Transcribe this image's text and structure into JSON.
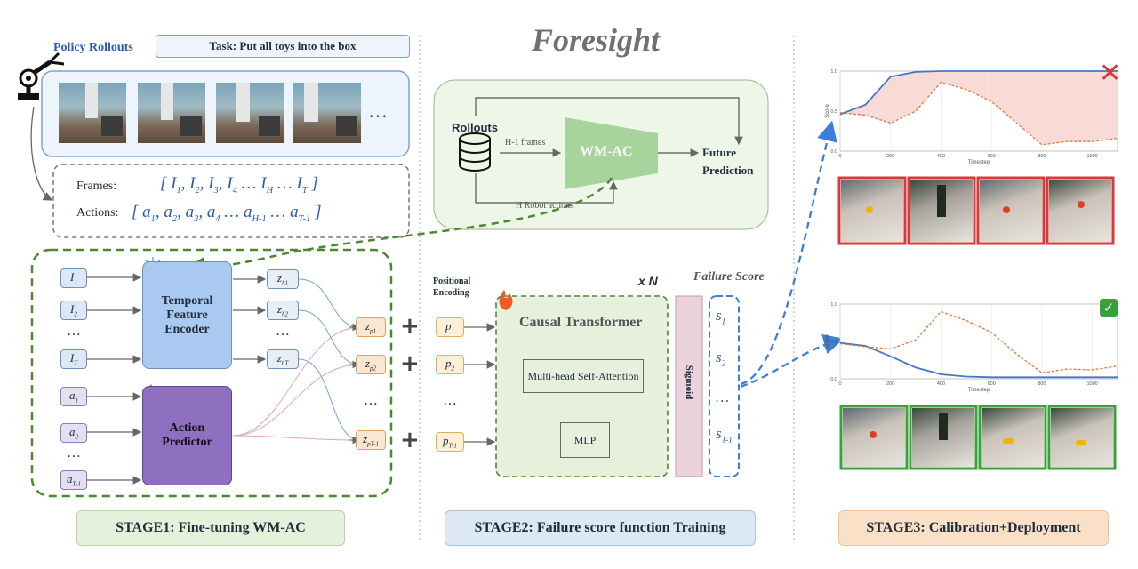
{
  "title": "Foresight",
  "policy_rollouts_label": "Policy Rollouts",
  "task_label": "Task: Put all toys into the box",
  "ellipsis": "…",
  "frames_label": "Frames:",
  "actions_label": "Actions:",
  "frames_seq": [
    "I",
    "I",
    "I",
    "I",
    "…",
    "I",
    "…",
    "I"
  ],
  "frames_sub": [
    "1",
    "2",
    "3",
    "4",
    "",
    "H",
    "",
    "T"
  ],
  "actions_seq": [
    "a",
    "a",
    "a",
    "a",
    "…",
    "a",
    "…",
    "a"
  ],
  "actions_sub": [
    "1",
    "2",
    "3",
    "4",
    "",
    "H-1",
    "",
    "T-1"
  ],
  "stage1": {
    "inputs_i": [
      {
        "sym": "I",
        "sub": "1"
      },
      {
        "sym": "I",
        "sub": "2"
      },
      {
        "sym": "…",
        "sub": ""
      },
      {
        "sym": "I",
        "sub": "T"
      }
    ],
    "inputs_a": [
      {
        "sym": "a",
        "sub": "1"
      },
      {
        "sym": "a",
        "sub": "2"
      },
      {
        "sym": "…",
        "sub": ""
      },
      {
        "sym": "a",
        "sub": "T-1"
      }
    ],
    "encoder_label": "Temporal Feature Encoder",
    "predictor_label": "Action Predictor",
    "z_hat": [
      {
        "sym": "z",
        "sub": "h1"
      },
      {
        "sym": "z",
        "sub": "h2"
      },
      {
        "sym": "…",
        "sub": ""
      },
      {
        "sym": "z",
        "sub": "hT"
      }
    ],
    "z_p": [
      {
        "sym": "z",
        "sub": "p1"
      },
      {
        "sym": "z",
        "sub": "p2"
      },
      {
        "sym": "…",
        "sub": ""
      },
      {
        "sym": "z",
        "sub": "pT-1"
      }
    ],
    "plus": "+",
    "stage_label": "STAGE1: Fine-tuning WM-AC"
  },
  "wm": {
    "rollouts_label": "Rollouts",
    "h1_frames_label": "H-1 frames",
    "wmac_label": "WM-AC",
    "future_label": "Future Prediction",
    "h_actions_label": "H  Robot actions"
  },
  "stage2": {
    "pos_enc_label": "Positional Encoding",
    "xn_label": "x N",
    "failure_score_label": "Failure Score",
    "causal_label": "Causal Transformer",
    "mha_label": "Multi-head Self-Attention",
    "mlp_label": "MLP",
    "sigmoid_label": "Sigmoid",
    "p_inputs": [
      {
        "sym": "p",
        "sub": "1"
      },
      {
        "sym": "p",
        "sub": "2"
      },
      {
        "sym": "…",
        "sub": ""
      },
      {
        "sym": "p",
        "sub": "T-1"
      }
    ],
    "s_outputs": [
      {
        "sym": "s",
        "sub": "1"
      },
      {
        "sym": "s",
        "sub": "2"
      },
      {
        "sym": "…",
        "sub": ""
      },
      {
        "sym": "s",
        "sub": "T-1"
      }
    ],
    "stage_label": "STAGE2: Failure score function Training"
  },
  "stage3": {
    "stage_label": "STAGE3: Calibration+Deployment",
    "fail_mark": "✕",
    "success_mark": "✓"
  },
  "chart_data": [
    {
      "type": "line",
      "xlabel": "Timestep",
      "ylabel": "Score",
      "xlim": [
        0,
        1100
      ],
      "ylim": [
        0,
        1.0
      ],
      "xticks": [
        0,
        200,
        400,
        600,
        800,
        1000
      ],
      "yticks": [
        0.0,
        0.5,
        1.0
      ],
      "series": [
        {
          "style": "solid",
          "color": "#4477cc",
          "x": [
            0,
            100,
            200,
            300,
            400,
            500,
            600,
            700,
            800,
            900,
            1000,
            1100
          ],
          "y": [
            0.46,
            0.58,
            0.93,
            0.99,
            1.0,
            1.0,
            1.0,
            1.0,
            1.0,
            1.0,
            1.0,
            1.0
          ]
        },
        {
          "style": "dashed",
          "color": "#e0793a",
          "x": [
            0,
            100,
            200,
            300,
            400,
            500,
            600,
            700,
            800,
            900,
            1000,
            1100
          ],
          "y": [
            0.48,
            0.45,
            0.35,
            0.5,
            0.86,
            0.77,
            0.62,
            0.35,
            0.08,
            0.12,
            0.12,
            0.16
          ]
        }
      ],
      "fill_between": true,
      "fill_color": "#f7d3cf",
      "outcome": "fail"
    },
    {
      "type": "line",
      "xlabel": "Timestep",
      "ylabel": "Score",
      "xlim": [
        0,
        1100
      ],
      "ylim": [
        0,
        1.0
      ],
      "xticks": [
        0,
        200,
        400,
        600,
        800,
        1000
      ],
      "yticks": [
        0.0,
        0.5,
        1.0
      ],
      "series": [
        {
          "style": "solid",
          "color": "#4477cc",
          "x": [
            0,
            100,
            200,
            300,
            400,
            500,
            600,
            700,
            800,
            900,
            1000,
            1100
          ],
          "y": [
            0.48,
            0.44,
            0.3,
            0.15,
            0.06,
            0.03,
            0.02,
            0.02,
            0.02,
            0.02,
            0.02,
            0.02
          ]
        },
        {
          "style": "dashed",
          "color": "#e0793a",
          "x": [
            0,
            100,
            200,
            300,
            400,
            500,
            600,
            700,
            800,
            900,
            1000,
            1100
          ],
          "y": [
            0.47,
            0.43,
            0.4,
            0.52,
            0.9,
            0.78,
            0.62,
            0.33,
            0.08,
            0.13,
            0.12,
            0.17
          ]
        }
      ],
      "fill_between": false,
      "outcome": "success"
    }
  ]
}
